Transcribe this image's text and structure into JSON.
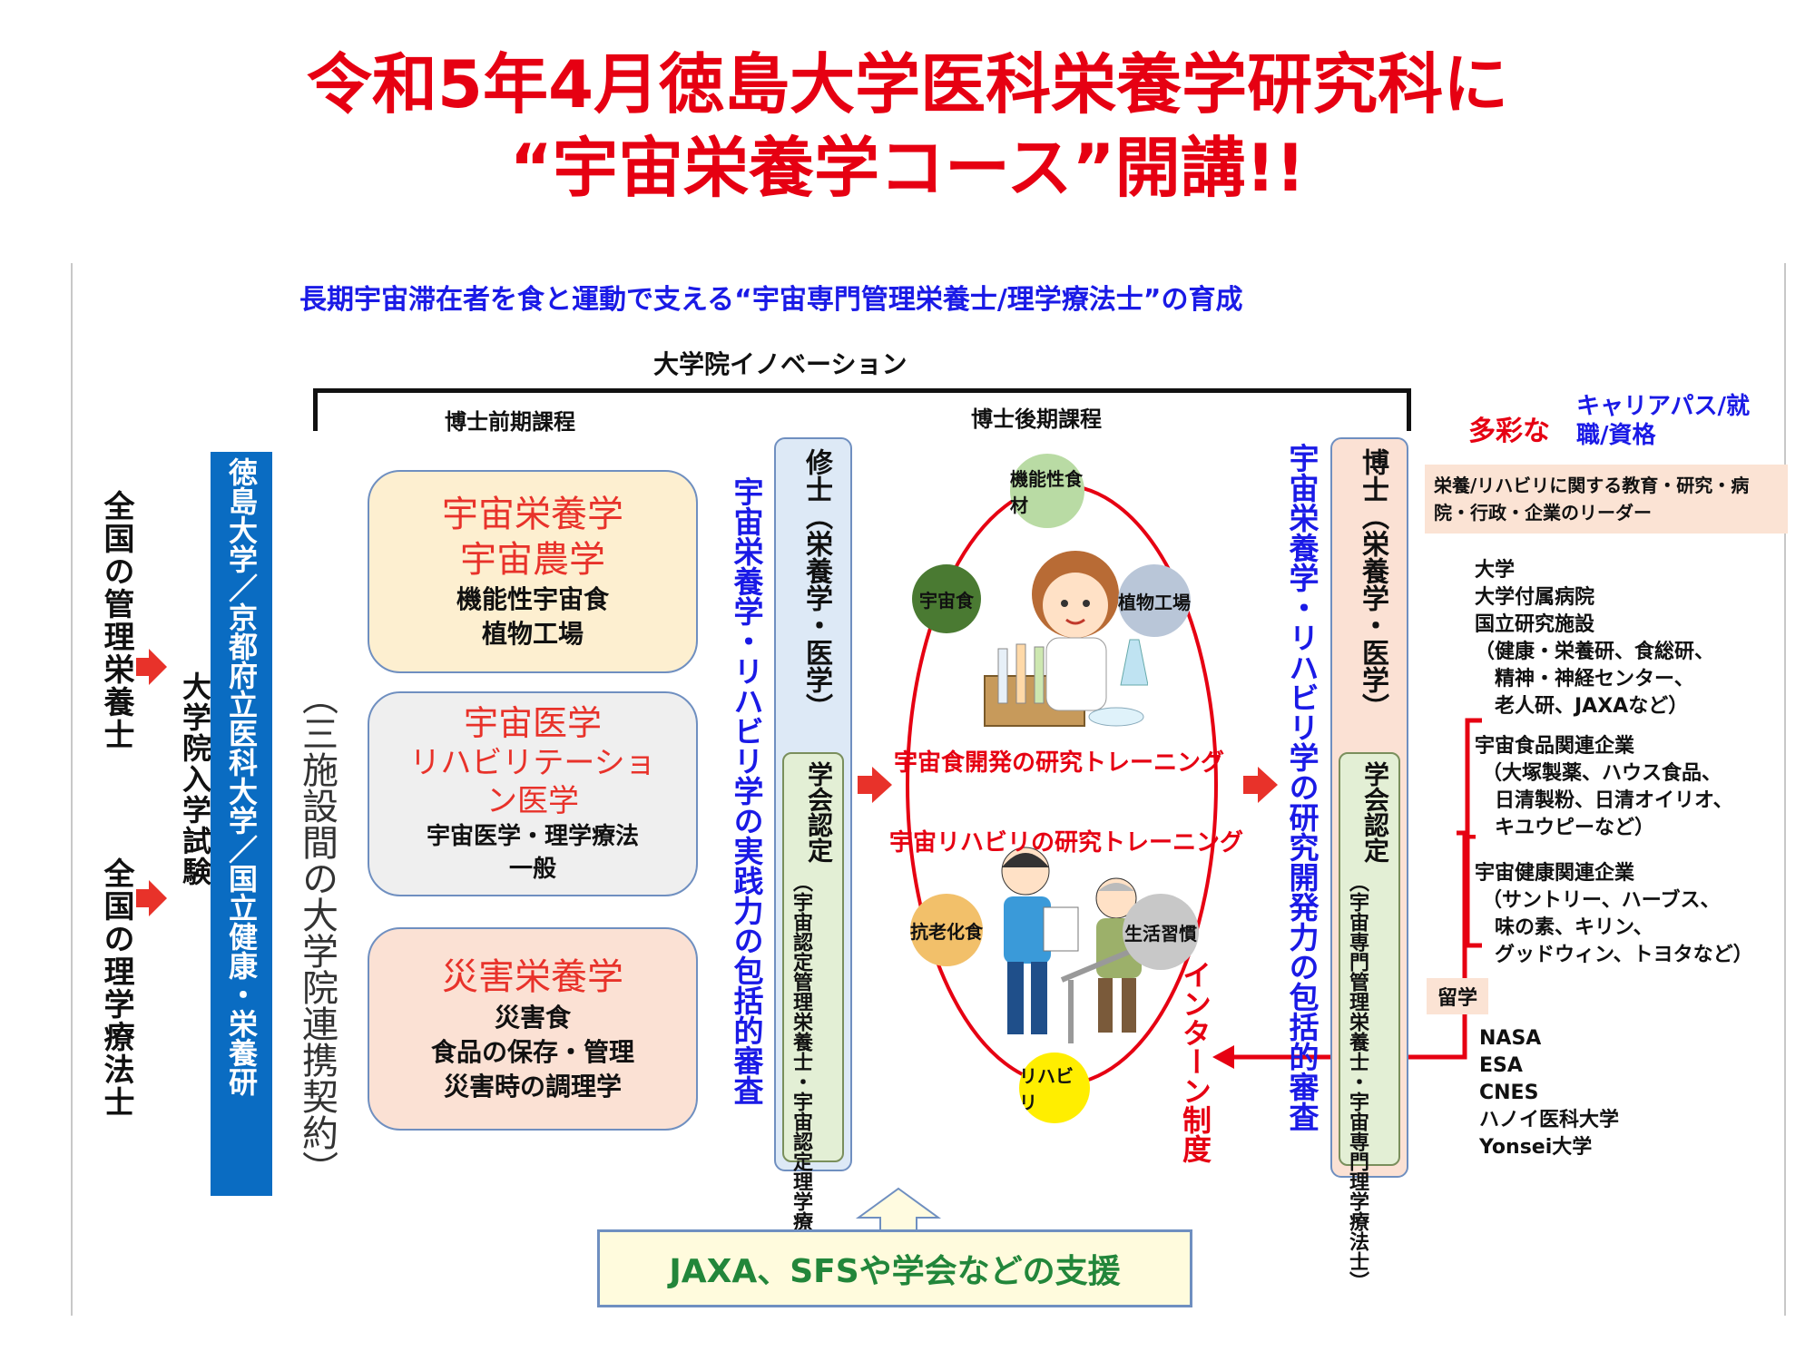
{
  "title": {
    "line1": "令和5年4月徳島大学医科栄養学研究科に",
    "line2": "“宇宙栄養学コース”開講!!"
  },
  "subtitle": "長期宇宙滞在者を食と運動で支える“宇宙専門管理栄養士/理学療法士”の育成",
  "innovation_label": "大学院イノベーション",
  "course_labels": {
    "early": "博士前期課程",
    "late": "博士後期課程"
  },
  "left": {
    "national_dietitian": "全国の管理栄養士",
    "national_pt": "全国の理学療法士",
    "entrance_exam": "大学院入学試験",
    "universities": "徳島大学／京都府立医科大学／国立健康・栄養研",
    "agreement": "（三施設間の大学院連携契約）"
  },
  "programs": [
    {
      "titles": [
        "宇宙栄養学",
        "宇宙農学"
      ],
      "items": [
        "機能性宇宙食",
        "植物工場"
      ],
      "bg": "#fdefd0"
    },
    {
      "titles": [
        "宇宙医学",
        "リハビリテーショ",
        "ン医学"
      ],
      "items": [
        "宇宙医学・理学療法",
        "一般"
      ],
      "bg": "#efefef"
    },
    {
      "titles": [
        "災害栄養学"
      ],
      "items": [
        "災害食",
        "食品の保存・管理",
        "災害時の調理学"
      ],
      "bg": "#fbe1d4"
    }
  ],
  "review_master": "宇宙栄養学・リハビリ学の実践力の包括的審査",
  "review_doctor": "宇宙栄養学・リハビリ学の研究開発力の包括的審査",
  "master_degree": {
    "title": "修士（栄養学・医学）",
    "cert_title": "学会認定",
    "cert_detail": "（宇宙認定管理栄養士・宇宙認定理学療法士）"
  },
  "doctor_degree": {
    "title": "博士（栄養学・医学）",
    "cert_title": "学会認定",
    "cert_detail": "（宇宙専門管理栄養士・宇宙専門理学療法士）"
  },
  "cycle": {
    "nodes": [
      "機能性食材",
      "宇宙食",
      "植物工場",
      "抗老化食",
      "生活習慣",
      "リハビリ"
    ],
    "training_food": "宇宙食開発の研究トレーニング",
    "training_rehab": "宇宙リハビリの研究トレーニング"
  },
  "internship": "インターン制度",
  "support": "JAXA、SFSや学会などの支援",
  "career": {
    "prefix": "多彩な",
    "title": "キャリアパス/就職/資格",
    "leader": "栄養/リハビリに関する教育・研究・病院・行政・企業のリーダー",
    "institutions": [
      "大学",
      "大学付属病院",
      "国立研究施設",
      "（健康・栄養研、食総研、",
      "精神・神経センター、",
      "老人研、JAXAなど）"
    ],
    "food_companies": [
      "宇宙食品関連企業",
      "（大塚製薬、ハウス食品、",
      "日清製粉、日清オイリオ、",
      "キユウピーなど）"
    ],
    "health_companies": [
      "宇宙健康関連企業",
      "（サントリー、ハーブス、",
      "味の素、キリン、",
      "グッドウィン、トヨタなど）"
    ],
    "study_abroad": "留学",
    "abroad_list": [
      "NASA",
      "ESA",
      "CNES",
      "ハノイ医科大学",
      "Yonsei大学"
    ]
  },
  "colors": {
    "accent_red": "#e60012",
    "blue": "#1a1ae6",
    "univ_blue": "#0a6cc2",
    "support_green": "#22863a"
  }
}
